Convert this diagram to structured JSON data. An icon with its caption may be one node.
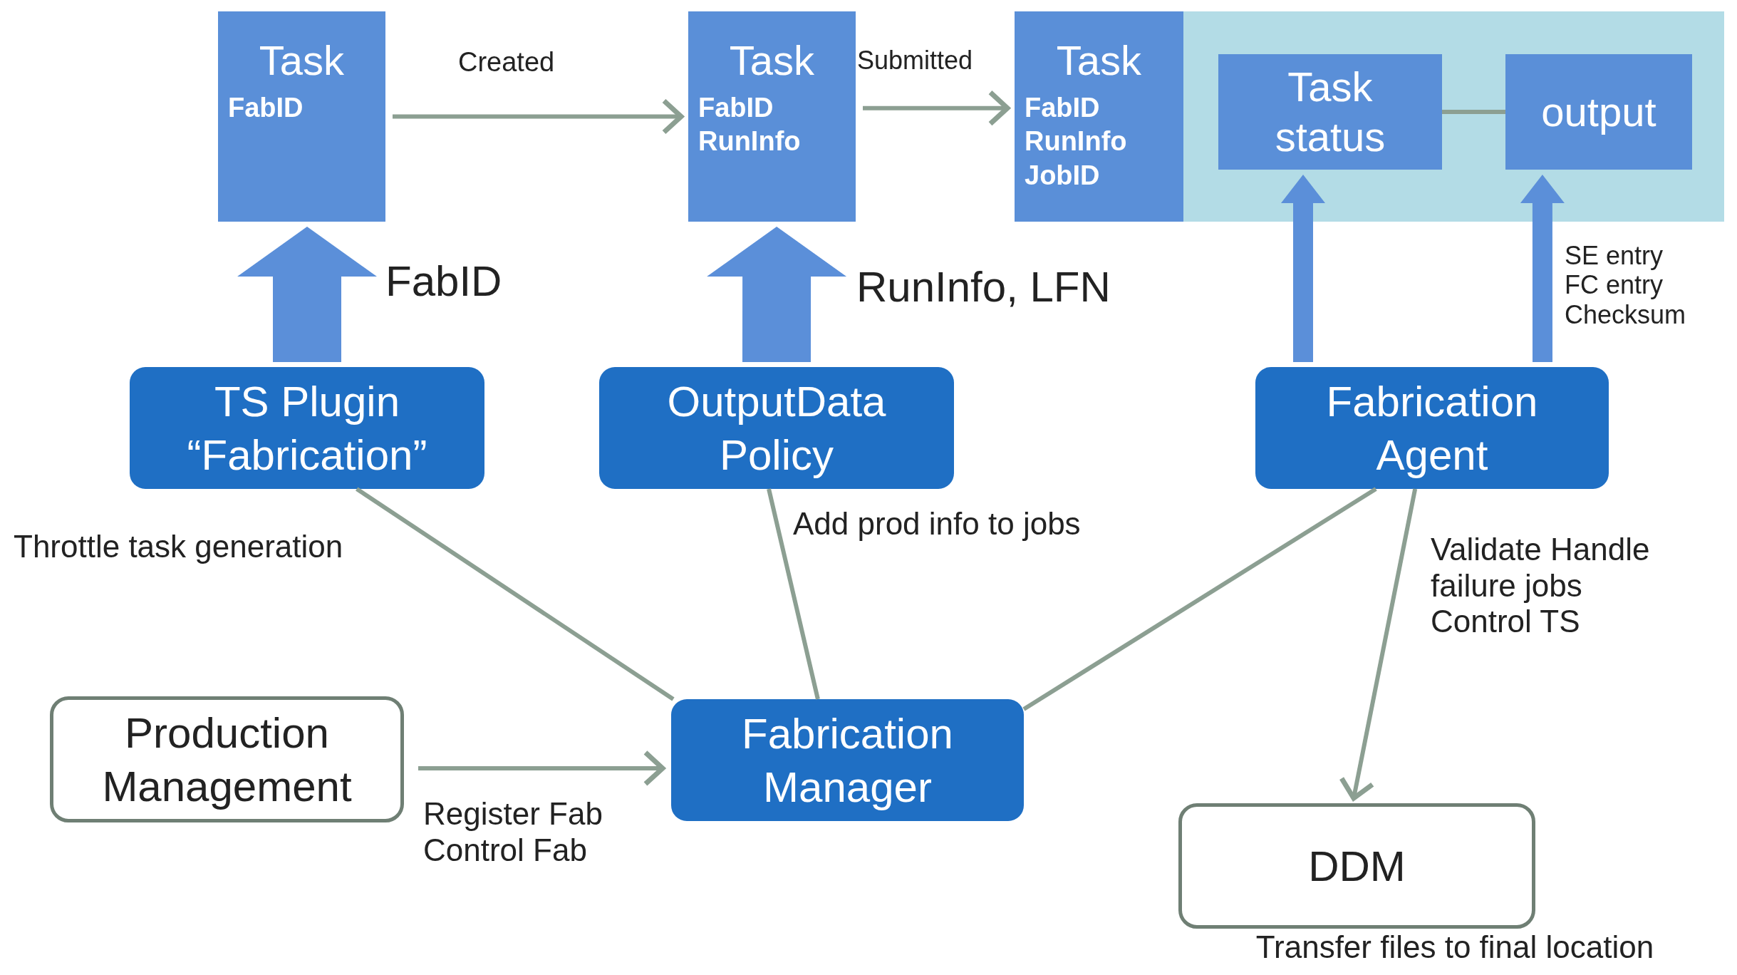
{
  "diagram": {
    "nodes": [
      {
        "text": [
          "Task",
          "FabID"
        ]
      },
      {
        "text": [
          "Task",
          "FabID RunInfo"
        ]
      },
      {
        "text": [
          "Task",
          "FabID RunInfo JobID"
        ]
      },
      {
        "text": [],
        "shape": "box"
      },
      {
        "text": [
          "Task status"
        ],
        "in": 3
      },
      {
        "text": [
          "output"
        ],
        "in": 3
      },
      {
        "text": [
          "TS Plugin “Fabrication”"
        ]
      },
      {
        "text": [
          "OutputData Policy"
        ]
      },
      {
        "text": [
          "Fabrication Agent"
        ]
      },
      {
        "text": [
          "Production Management"
        ]
      },
      {
        "text": [
          "Fabrication Manager"
        ]
      },
      {
        "text": [
          "DDM"
        ],
        "beside": [
          "Transfer files to final location"
        ]
      }
    ],
    "edges": [
      {
        "from": 0,
        "to": 1,
        "arrow": "to",
        "label": "Created"
      },
      {
        "from": 1,
        "to": 2,
        "arrow": "to",
        "label": "Submitted"
      },
      {
        "from": 4,
        "to": 5,
        "arrow": "none"
      },
      {
        "from": 6,
        "to": 0,
        "arrow": "to",
        "label": "FabID",
        "style": "thick",
        "color": "#5b8fd9"
      },
      {
        "from": 7,
        "to": 1,
        "arrow": "to",
        "label": "RunInfo, LFN",
        "style": "thick",
        "color": "#5b8fd9"
      },
      {
        "from": 8,
        "to": 4,
        "arrow": "to",
        "style": "thick",
        "color": "#5b8fd9"
      },
      {
        "from": 8,
        "to": 5,
        "arrow": "to",
        "label": "SE entry FC entry Checksum",
        "style": "thick",
        "color": "#5b8fd9"
      },
      {
        "from": 10,
        "to": 6,
        "arrow": "none",
        "label": "Throttle task generation"
      },
      {
        "from": 10,
        "to": 7,
        "arrow": "none",
        "label": "Add prod info to jobs"
      },
      {
        "from": 10,
        "to": 8,
        "arrow": "none"
      },
      {
        "from": 8,
        "to": 11,
        "arrow": "to",
        "label": "Validate Handle failure jobs Control TS"
      },
      {
        "from": 9,
        "to": 10,
        "arrow": "to",
        "label": "Register Fab Control Fab"
      }
    ]
  }
}
